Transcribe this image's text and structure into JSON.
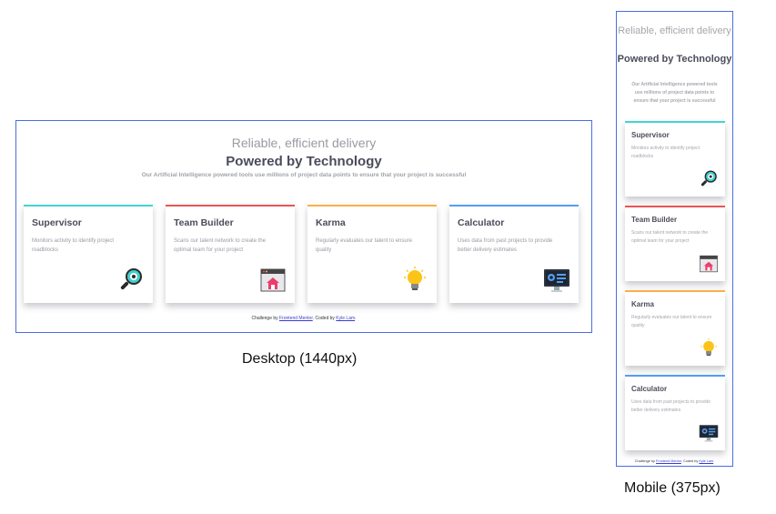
{
  "desktop": {
    "caption": "Desktop (1440px)",
    "subtitle": "Reliable, efficient delivery",
    "title": "Powered by Technology",
    "description": "Our Artificial Intelligence powered tools use millions of project data points to ensure that your project is successful",
    "attribution": {
      "prefix": "Challenge by ",
      "link1": "Frontend Mentor",
      "mid": ". Coded by ",
      "link2": "Kyle Lam",
      "suffix": "."
    }
  },
  "mobile": {
    "caption": "Mobile (375px)",
    "subtitle": "Reliable, efficient delivery",
    "title": "Powered by Technology",
    "description": "Our Artificial Intelligence powered tools use millions of project data points to ensure that your project is successful",
    "attribution": {
      "prefix": "Challenge by ",
      "link1": "Frontend Mentor",
      "mid": ". Coded by ",
      "link2": "Kyle Lam",
      "suffix": "."
    }
  },
  "cards": [
    {
      "title": "Supervisor",
      "text": "Monitors activity to identify project roadblocks",
      "icon": "magnifier-icon",
      "accent": "#44d3d2"
    },
    {
      "title": "Team Builder",
      "text": "Scans our talent network to create the optimal team for your project",
      "icon": "team-builder-icon",
      "accent": "#ea5454"
    },
    {
      "title": "Karma",
      "text": "Regularly evaluates our talent to ensure quality",
      "icon": "lightbulb-icon",
      "accent": "#fcae4a"
    },
    {
      "title": "Calculator",
      "text": "Uses data from past projects to provide better delivery estimates",
      "icon": "monitor-icon",
      "accent": "#549ef2"
    }
  ],
  "colors": {
    "frame": "#4b6ee0",
    "title": "#4a4c5b",
    "muted": "#9a9ba3"
  }
}
